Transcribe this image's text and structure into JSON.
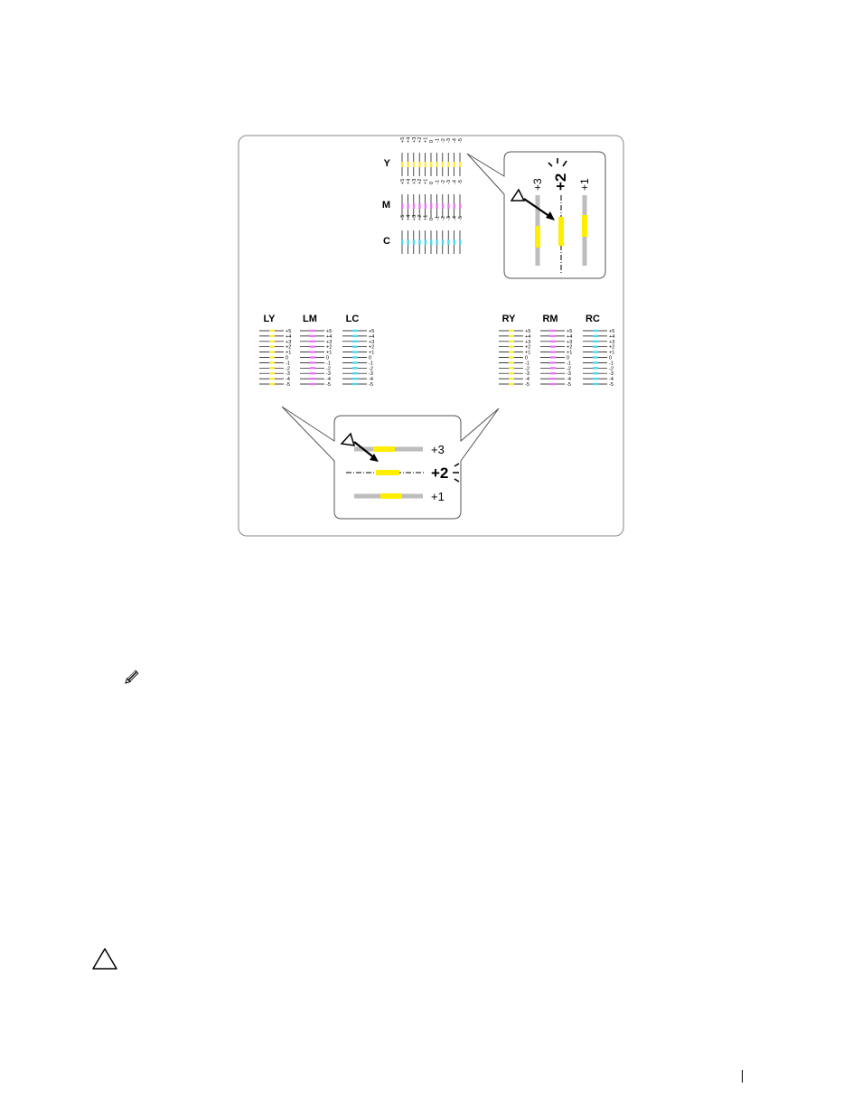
{
  "figure": {
    "top_labels": [
      "Y",
      "M",
      "C"
    ],
    "left_labels": [
      "LY",
      "LM",
      "LC"
    ],
    "right_labels": [
      "RY",
      "RM",
      "RC"
    ],
    "scale": [
      "+5",
      "+4",
      "+3",
      "+2",
      "+1",
      "0",
      "-1",
      "-2",
      "-3",
      "-4",
      "-5"
    ],
    "top_callout_labels": [
      "+3",
      "+2",
      "+1"
    ],
    "bottom_callout_labels": [
      "+3",
      "+2",
      "+1"
    ],
    "colors": {
      "Y": "#ffeb3b",
      "M": "#e879f0",
      "C": "#4fd8e8",
      "highlight": "#ffee00",
      "gray": "#bdbdbd",
      "frame": "#888888"
    }
  },
  "icons": {
    "note": "pencil-note-icon",
    "caution": "caution-triangle-icon"
  }
}
